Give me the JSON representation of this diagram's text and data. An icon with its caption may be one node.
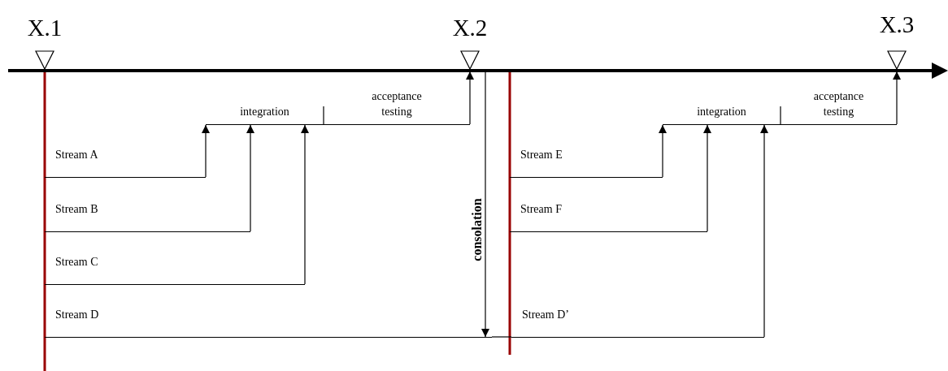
{
  "diagram": {
    "nodes": [
      {
        "text": [
          "X.1"
        ]
      },
      {
        "text": [
          "X.2"
        ]
      },
      {
        "text": [
          "X.3"
        ]
      },
      {
        "text": [
          "integration"
        ]
      },
      {
        "text": [
          "acceptance testing"
        ]
      },
      {
        "text": [
          "integration"
        ]
      },
      {
        "text": [
          "acceptance testing"
        ]
      },
      {
        "text": [
          "Stream A"
        ]
      },
      {
        "text": [
          "Stream E"
        ]
      },
      {
        "text": [
          "Stream B"
        ]
      },
      {
        "text": [
          "Stream F"
        ]
      },
      {
        "text": [
          "Stream C"
        ]
      },
      {
        "text": [
          "Stream D"
        ]
      },
      {
        "text": [
          "Stream D’"
        ]
      }
    ],
    "edges": [
      {
        "from": 7,
        "to": 3,
        "arrow": "to"
      },
      {
        "from": 9,
        "to": 3,
        "arrow": "to"
      },
      {
        "from": 11,
        "to": 3,
        "arrow": "to"
      },
      {
        "from": 3,
        "to": 4,
        "arrow": "none"
      },
      {
        "from": 4,
        "to": 1,
        "arrow": "to"
      },
      {
        "from": 8,
        "to": 5,
        "arrow": "to"
      },
      {
        "from": 10,
        "to": 5,
        "arrow": "to"
      },
      {
        "from": 13,
        "to": 5,
        "arrow": "to"
      },
      {
        "from": 5,
        "to": 6,
        "arrow": "none"
      },
      {
        "from": 6,
        "to": 2,
        "arrow": "to"
      },
      {
        "from": 12,
        "to": 13,
        "arrow": "none"
      },
      {
        "from": null,
        "to": 12,
        "arrow": "to",
        "label": "consolation"
      }
    ]
  }
}
